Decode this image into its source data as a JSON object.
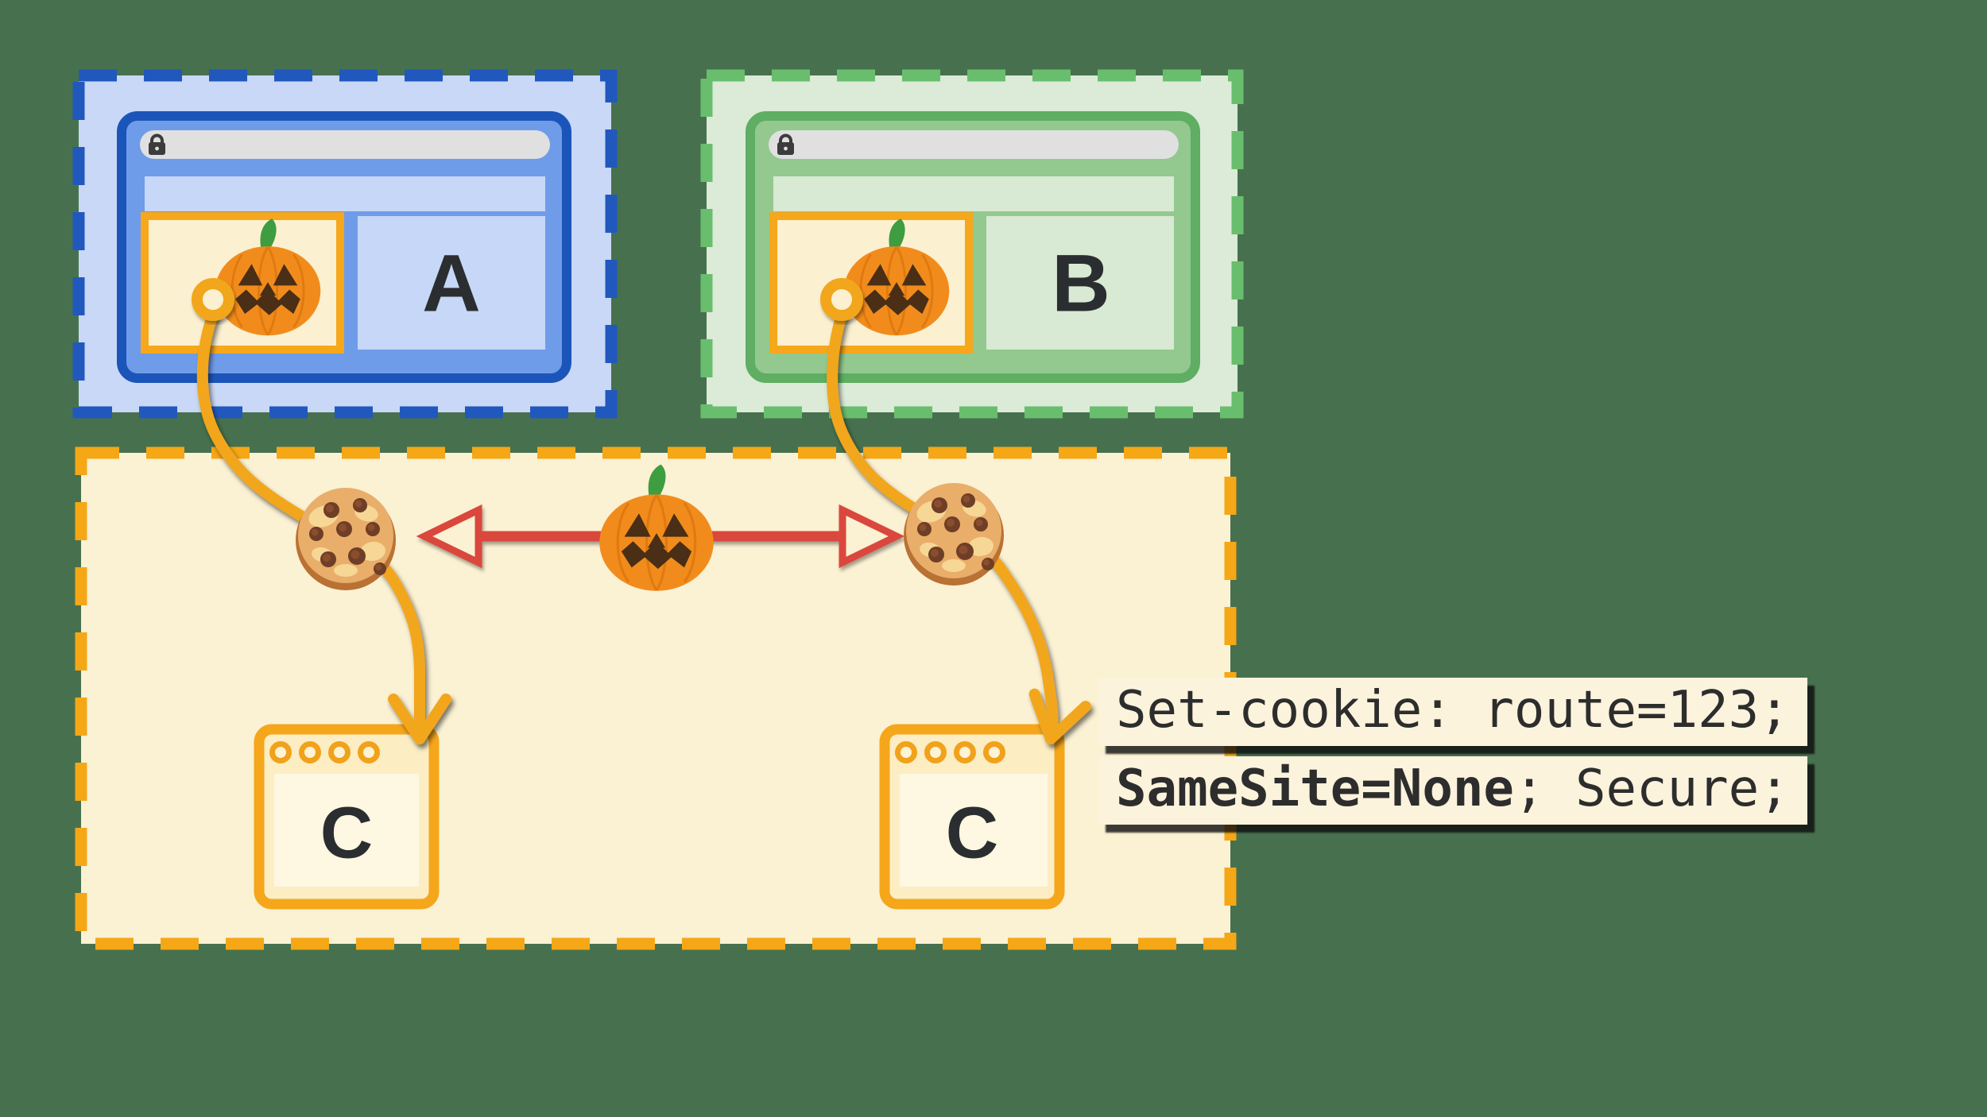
{
  "diagram": {
    "background_color": "#47714E",
    "browser_a": {
      "label": "A",
      "accent_border": "#1C55B9",
      "box_fill": "#C9D8F6",
      "chrome_fill": "#6F9CE9"
    },
    "browser_b": {
      "label": "B",
      "accent_border": "#5FAE63",
      "box_fill": "#DBEBD7",
      "chrome_fill": "#93C98F"
    },
    "third_party_context": {
      "accent_border": "#F5A716",
      "fill": "#FBF1D3"
    },
    "window_c_left": {
      "label": "C"
    },
    "window_c_right": {
      "label": "C"
    },
    "code_label": {
      "line1": "Set-cookie: route=123;",
      "line2_bold": "SameSite=None",
      "line2_rest": "; Secure;"
    },
    "icons": {
      "lock": "lock-icon",
      "pumpkin": "jack-o-lantern-icon",
      "cookie": "cookie-icon",
      "ring_anchor": "ring-anchor-icon",
      "red_arrow": "double-headed-arrow"
    },
    "colors": {
      "red_arrow": "#DA473D",
      "connector": "#F2A61C",
      "iframe_fill": "#FBF0D0",
      "url_bar": "#E0E0E0",
      "letter": "#2B2E31"
    }
  }
}
